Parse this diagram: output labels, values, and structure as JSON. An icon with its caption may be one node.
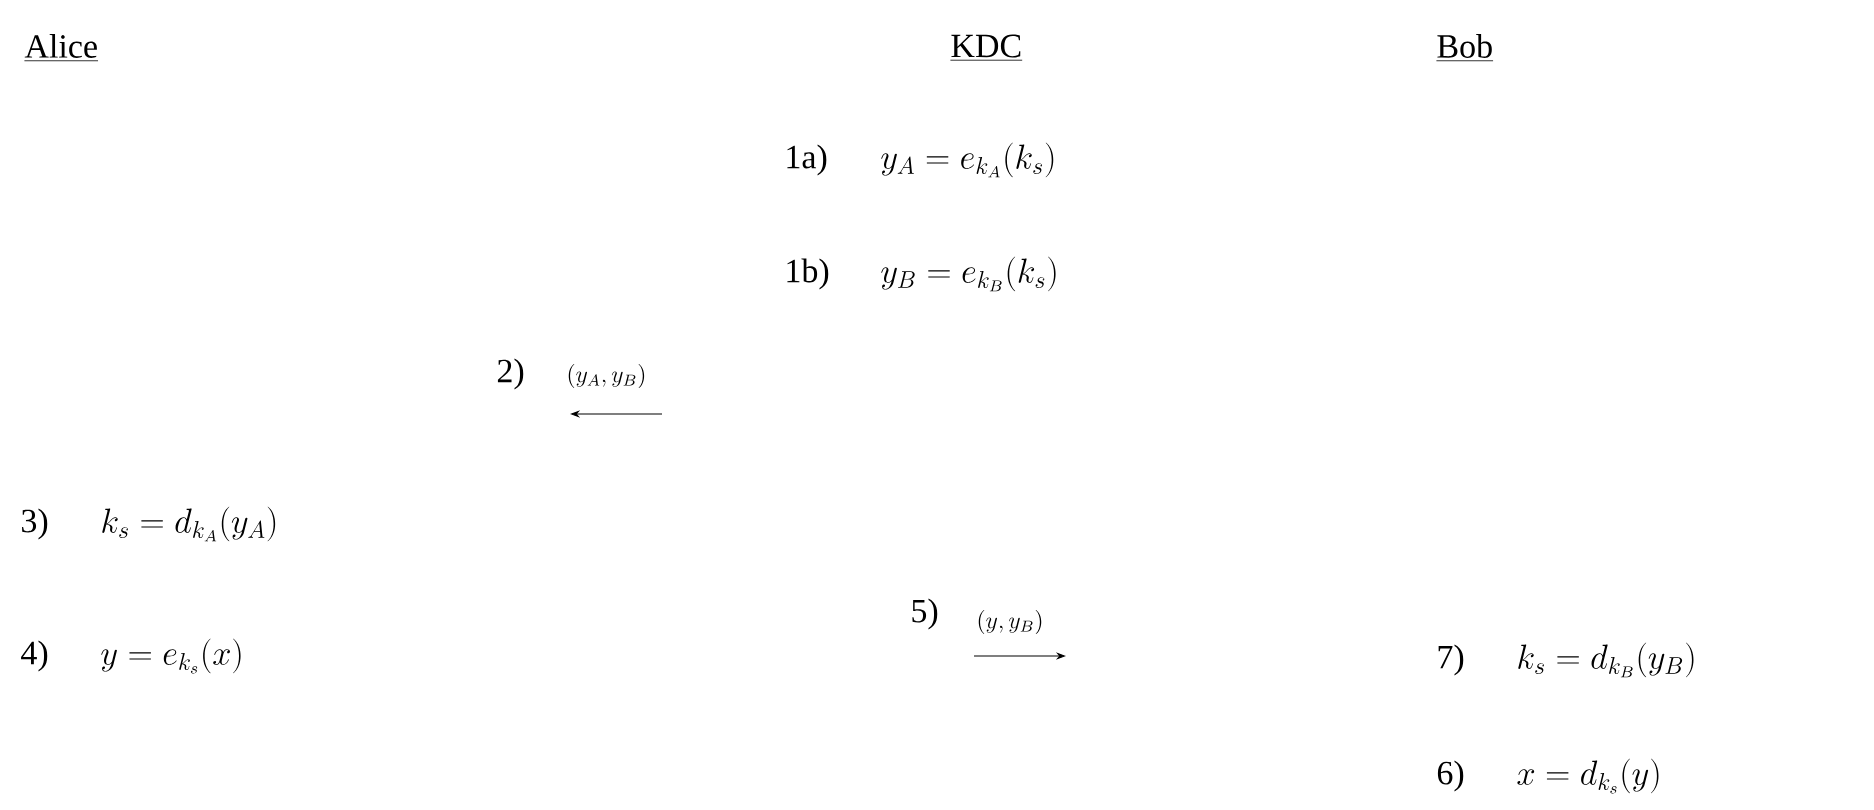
{
  "diagram": {
    "labels": [
      "Alice",
      "KDC",
      "Bob",
      "1a)",
      "y_A = e_{k_A}(k_s)",
      "1b)",
      "y_B = e_{k_B}(k_s)",
      "2)",
      "(y_A,y_B)",
      "3)",
      "k_s = d_{k_A}(y_A)",
      "4)",
      "y = e_{k_s}(x)",
      "5)",
      "(y,y_B)",
      "7)",
      "k_s = d_{k_B}(y_B)",
      "6)",
      "x = d_{k_s}(y)"
    ]
  }
}
